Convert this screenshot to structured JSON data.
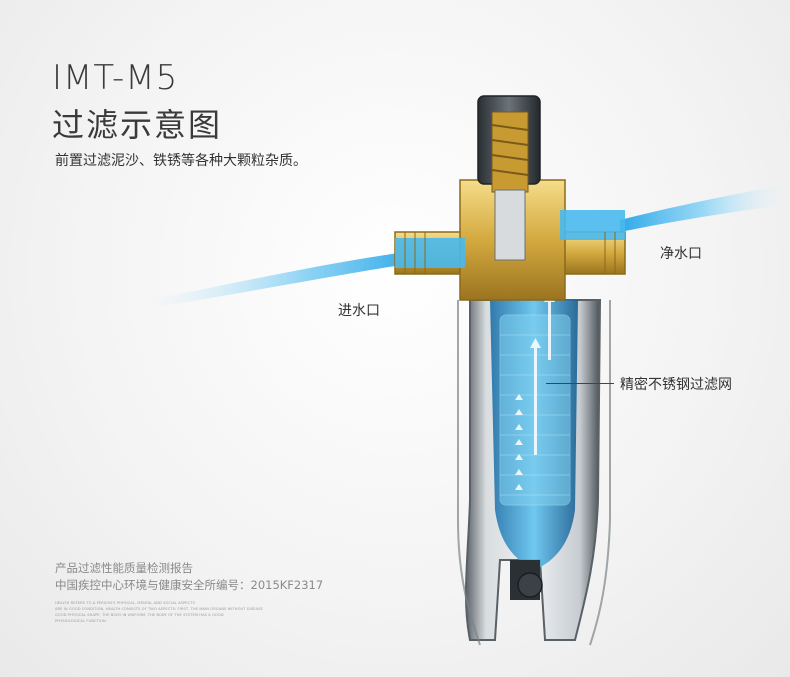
{
  "heading": {
    "model": "IMT-M5",
    "title": "过滤示意图",
    "subtitle": "前置过滤泥沙、铁锈等各种大颗粒杂质。"
  },
  "callouts": {
    "outlet": "净水口",
    "inlet": "进水口",
    "mesh": "精密不锈钢过滤网"
  },
  "report": {
    "title": "产品过滤性能质量检测报告",
    "line": "中国疾控中心环境与健康安全所编号：2015KF2317"
  },
  "fine_print": [
    "HEALTH REFERS TO A PERSON'S PHYSICAL, MENTAL AND SOCIAL ASPECTS",
    "ARE IN GOOD CONDITION, HEALTH CONSISTS OF TWO ASPECTS: FIRST, THE MAIN ORGANS WITHOUT DISEASE",
    "GOOD PHYSICAL SHAPE, THE BODY IN UNIFORM, THE BODY OF THE SYSTEM HAS A GOOD",
    "PHYSIOLOGICAL FUNCTION"
  ],
  "colors": {
    "water": "#2fa8e8",
    "brass": "#d8b24a",
    "housing": "#9ea6ad",
    "mesh": "#7fd0f0"
  }
}
